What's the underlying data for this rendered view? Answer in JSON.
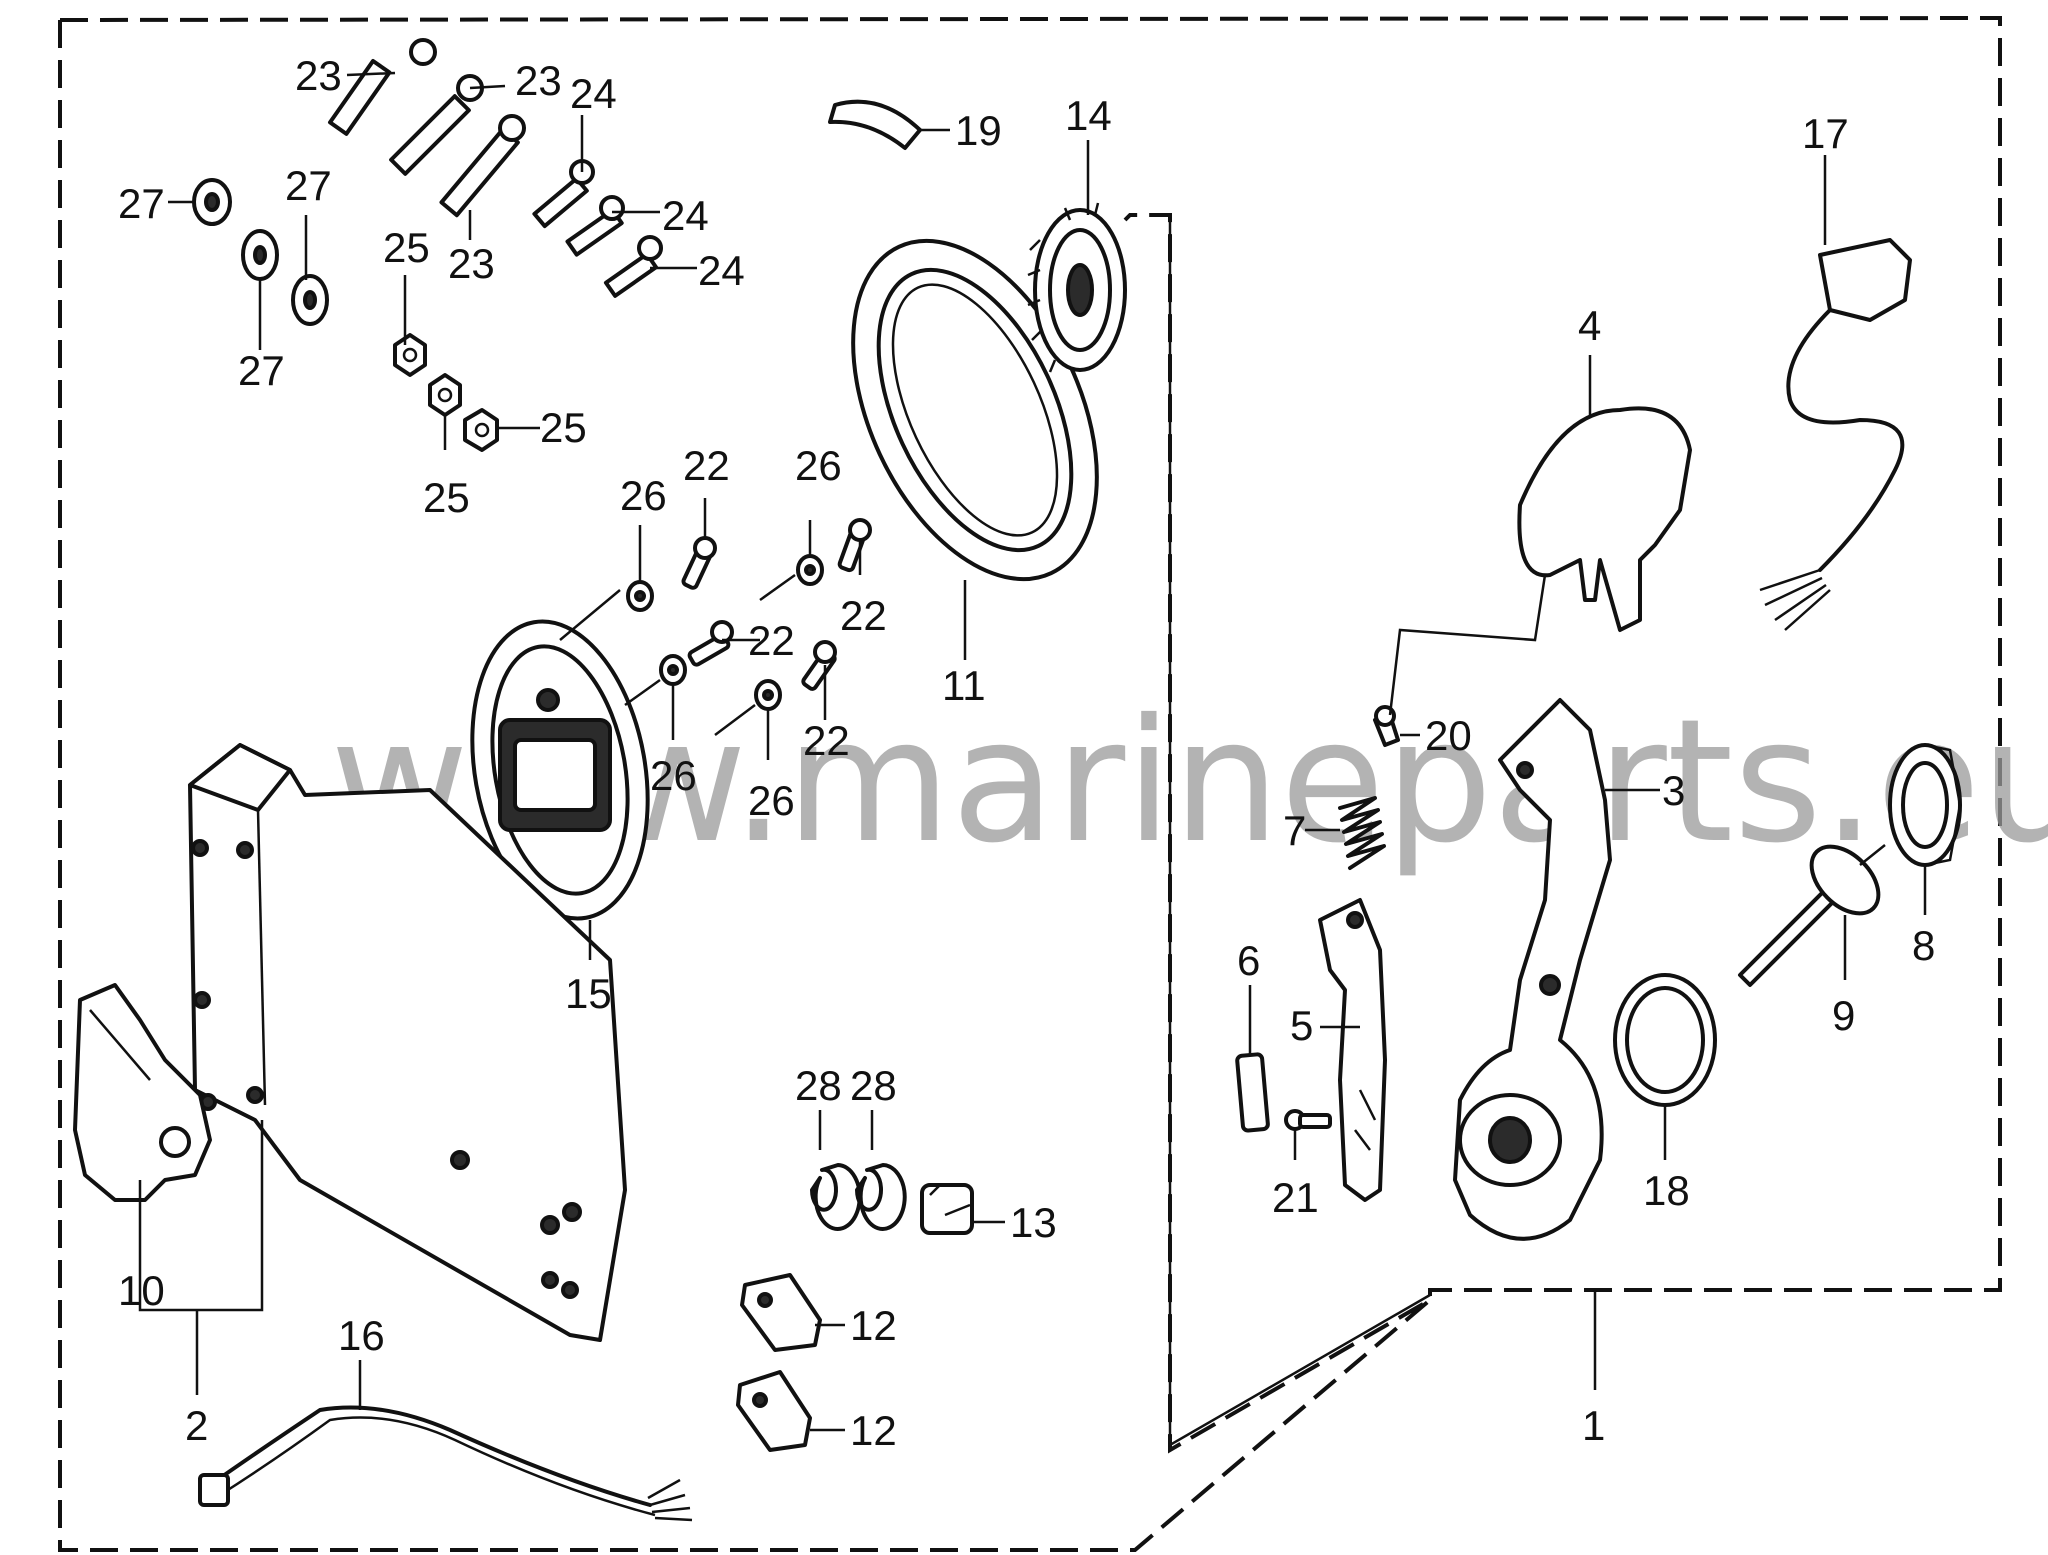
{
  "watermark": "www.marineparts.eu",
  "callouts": {
    "p1": "1",
    "p2": "2",
    "p3": "3",
    "p4": "4",
    "p5": "5",
    "p6": "6",
    "p7": "7",
    "p8": "8",
    "p9": "9",
    "p10": "10",
    "p11": "11",
    "p12a": "12",
    "p12b": "12",
    "p13": "13",
    "p14": "14",
    "p15": "15",
    "p16": "16",
    "p17": "17",
    "p18": "18",
    "p19": "19",
    "p20": "20",
    "p21": "21",
    "p22a": "22",
    "p22b": "22",
    "p22c": "22",
    "p22d": "22",
    "p23a": "23",
    "p23b": "23",
    "p23c": "23",
    "p24a": "24",
    "p24b": "24",
    "p24c": "24",
    "p25a": "25",
    "p25b": "25",
    "p25c": "25",
    "p26a": "26",
    "p26b": "26",
    "p26c": "26",
    "p26d": "26",
    "p27a": "27",
    "p27b": "27",
    "p27c": "27",
    "p28a": "28",
    "p28b": "28"
  }
}
